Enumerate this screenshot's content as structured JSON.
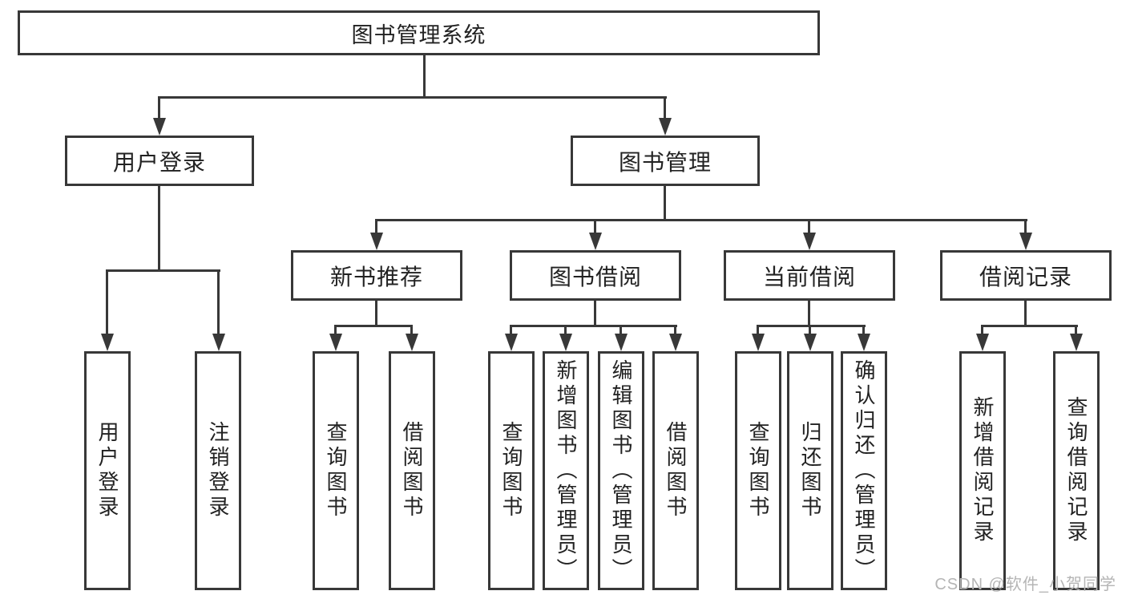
{
  "tree": {
    "root": "图书管理系统",
    "children": [
      {
        "label": "用户登录",
        "children": [
          "用户登录",
          "注销登录"
        ]
      },
      {
        "label": "图书管理",
        "children": [
          {
            "label": "新书推荐",
            "children": [
              "查询图书",
              "借阅图书"
            ]
          },
          {
            "label": "图书借阅",
            "children": [
              "查询图书",
              "新增图书（管理员）",
              "编辑图书（管理员）",
              "借阅图书"
            ]
          },
          {
            "label": "当前借阅",
            "children": [
              "查询图书",
              "归还图书",
              "确认归还（管理员）"
            ]
          },
          {
            "label": "借阅记录",
            "children": [
              "新增借阅记录",
              "查询借阅记录"
            ]
          }
        ]
      }
    ]
  },
  "watermark": {
    "text": "CSDN @软件_小贺同学"
  },
  "colors": {
    "line": "#383838",
    "text": "#222222",
    "background": "#ffffff",
    "watermark": "#b5b5b5"
  }
}
